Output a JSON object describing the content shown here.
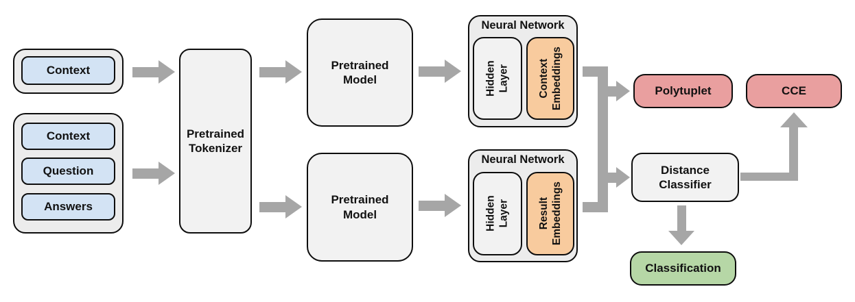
{
  "palette": {
    "box_gray": "#f2f2f2",
    "container_gray": "#ececec",
    "input_blue": "#d3e3f4",
    "embedding_orange": "#f8cb9e",
    "loss_red": "#e99f9f",
    "output_green": "#b6d7a6",
    "arrow_gray": "#a6a6a6",
    "border_black": "#0d0d0d"
  },
  "diagram": {
    "context_group": {
      "context": "Context"
    },
    "input_group": {
      "items": [
        "Context",
        "Question",
        "Answers"
      ]
    },
    "tokenizer": {
      "label": "Pretrained\nTokenizer"
    },
    "model_top": {
      "label": "Pretrained\nModel"
    },
    "model_bottom": {
      "label": "Pretrained\nModel"
    },
    "nn_top": {
      "title": "Neural Network",
      "hidden_layer": "Hidden\nLayer",
      "embeddings": "Context\nEmbeddings"
    },
    "nn_bottom": {
      "title": "Neural Network",
      "hidden_layer": "Hidden\nLayer",
      "embeddings": "Result\nEmbeddings"
    },
    "polytuplet": {
      "label": "Polytuplet"
    },
    "cce": {
      "label": "CCE"
    },
    "distance_classifier": {
      "label": "Distance\nClassifier"
    },
    "classification": {
      "label": "Classification"
    }
  }
}
